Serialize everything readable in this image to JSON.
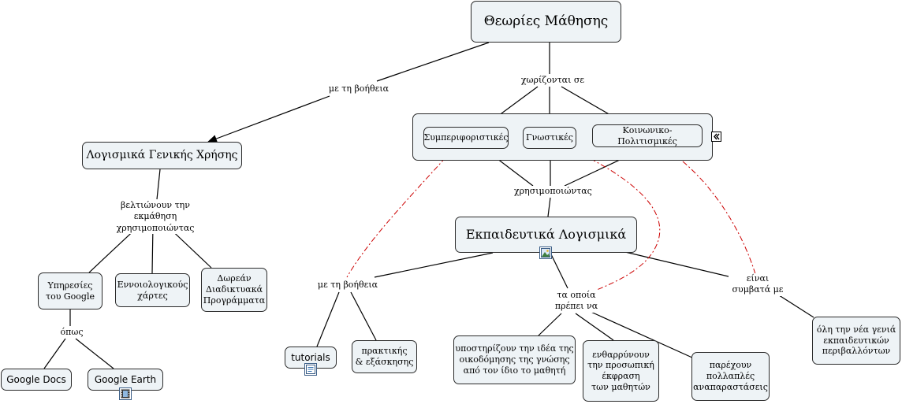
{
  "diagram": {
    "title": "Θεωρίες Μάθησης",
    "link_labels": {
      "with_help_1": "με τη βοήθεια",
      "divided_into": "χωρίζονται σε",
      "using_1": "χρησιμοποιώντας",
      "improve_learning": "βελτιώνουν την εκμάθηση\nχρησιμοποιώντας",
      "such_as": "όπως",
      "with_help_2": "με τη βοήθεια",
      "which_must": "τα οποία\nπρέπει να",
      "compatible_with": "είναι\nσυμβατά με"
    },
    "nodes": {
      "general_software": "Λογισμικά Γενικής Χρήσης",
      "behavioral": "Συμπεριφοριστικές",
      "cognitive": "Γνωστικές",
      "socio_cultural": "Κοινωνικο-Πολιτισμικές",
      "educational_software": "Εκπαιδευτικά Λογισμικά",
      "google_services": "Υπηρεσίες\nτου Google",
      "concept_maps": "Εννοιολογικούς\nχάρτες",
      "free_online": "Δωρεάν\nΔιαδικτυακά\nΠρογράμματα",
      "google_docs": "Google Docs",
      "google_earth": "Google Earth",
      "tutorials": "tutorials",
      "practice": "πρακτικής\n& εξάσκησης",
      "support_idea": "υποστηρίζουν την ιδέα της\nοικοδόμησης της γνώσης\nαπό τον ίδιο το μαθητή",
      "encourage": "ενθαρρύνουν\nτην προσωπική\nέκφραση\nτων μαθητών",
      "representations": "παρέχουν\nπολλαπλές\nαναπαραστάσεις",
      "environments": "όλη την νέα γενιά\nεκπαιδευτικών\nπεριβαλλόντων"
    },
    "icons": {
      "collapse": "double-chevron-left-icon",
      "educational": "image-icon",
      "tutorials": "document-icon",
      "google_earth": "film-icon"
    },
    "colors": {
      "node_fill": "#eef3f6",
      "line": "#000000",
      "cross_link": "#cc0000"
    }
  }
}
